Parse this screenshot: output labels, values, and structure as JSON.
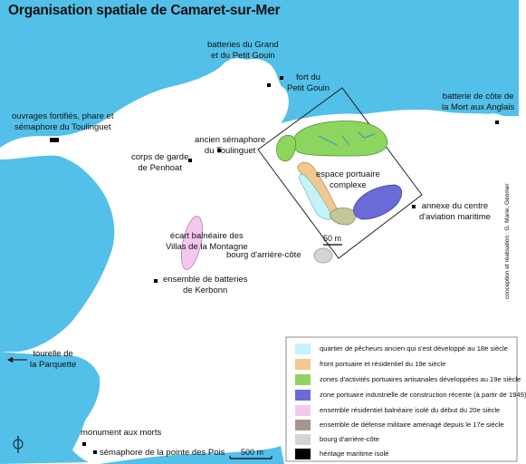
{
  "title": "Organisation spatiale de Camaret-sur-Mer",
  "credit": "conception et réalisation : G. Marie, Géomer",
  "colors": {
    "sea": "#52c0e8",
    "land": "#ffffff",
    "quartier_pecheurs": "#c4f4f7",
    "front_portuaire": "#f1c88f",
    "zones_artisanales": "#8dd55e",
    "zone_industrielle": "#6b6ad9",
    "ensemble_balneaire": "#f4c7ef",
    "defense_militaire": "#a8958b",
    "bourg": "#d4d4d4",
    "heritage_isole": "#000000"
  },
  "labels": {
    "batteries_gouin": "batteries du Grand\net du Petit Gouin",
    "fort_gouin": "fort du\nPetit Gouin",
    "batterie_mort_anglais": "batterie de côte de\nla Mort aux Anglais",
    "ouvrages_toulinguet": "ouvrages fortifiés, phare et\nsémaphore du Toulinguet",
    "semaphore_ancien": "ancien sémaphore\ndu Toulinguet",
    "corps_de_garde": "corps de garde\nde Penhoat",
    "espace_portuaire": "espace portuaire\ncomplexe",
    "annexe_aviation": "annexe du centre\nd'aviation maritime",
    "ecart_balneaire": "écart balnéaire des\nVillas de la Montagne",
    "bourg_arriere_cote": "bourg d'arrière-côte",
    "batteries_kerbonn": "ensemble de batteries\nde Kerbonn",
    "tourelle_parquette": "tourelle de\nla Parquette",
    "monument_morts": "monument aux morts",
    "semaphore_pois": "sémaphore de la pointe des Pois"
  },
  "scales": {
    "inset": "50 m",
    "main": "500 m"
  },
  "legend": [
    {
      "color": "#c4f4f7",
      "label": "quartier de pêcheurs ancien qui s'est développé au 18e siècle"
    },
    {
      "color": "#f1c88f",
      "label": "front portuaire et résidentiel du 19e siècle"
    },
    {
      "color": "#8dd55e",
      "label": "zones d'activités portuaires artisanales développées au 19e siècle"
    },
    {
      "color": "#6b6ad9",
      "label": "zone portuaire industrielle de construction récente (à partir de 1949)"
    },
    {
      "color": "#f4c7ef",
      "label": "ensemble résidentiel balnéaire isolé du début du 20e siècle"
    },
    {
      "color": "#a8958b",
      "label": "ensemble de défense militaire aménagé depuis le 17e siècle"
    },
    {
      "color": "#d4d4d4",
      "label": "bourg d'arrière-côte"
    },
    {
      "color": "#000000",
      "label": "héritage maritime isolé"
    }
  ]
}
